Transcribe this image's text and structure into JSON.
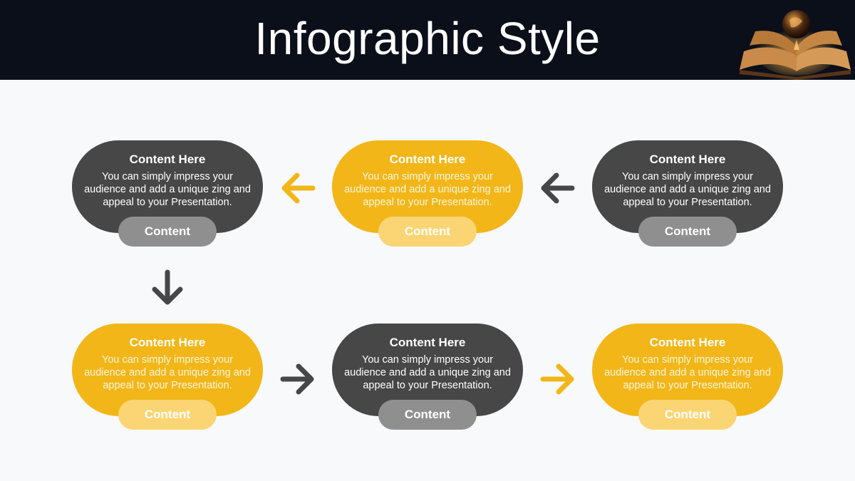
{
  "title": "Infographic Style",
  "colors": {
    "header_bg": "#0b0f1a",
    "dark_card": "#474747",
    "yellow_card": "#f2b619",
    "grey_pill": "#8f8f8f",
    "light_yellow_pill": "#fbd574"
  },
  "cards": [
    {
      "title": "Content  Here",
      "body": "You can simply impress your audience and add a unique zing and appeal to your Presentation.",
      "label": "Content",
      "theme": "dark"
    },
    {
      "title": "Content  Here",
      "body": "You can simply impress your audience and add a unique zing and appeal to your Presentation.",
      "label": "Content",
      "theme": "yellow"
    },
    {
      "title": "Content  Here",
      "body": "You can simply impress your audience and add a unique zing and appeal to your Presentation.",
      "label": "Content",
      "theme": "dark"
    },
    {
      "title": "Content  Here",
      "body": "You can simply impress your audience and add a unique zing and appeal to your Presentation.",
      "label": "Content",
      "theme": "yellow"
    },
    {
      "title": "Content  Here",
      "body": "You can simply impress your audience and add a unique zing and appeal to your Presentation.",
      "label": "Content",
      "theme": "dark"
    },
    {
      "title": "Content  Here",
      "body": "You can simply impress your audience and add a unique zing and appeal to your Presentation.",
      "label": "Content",
      "theme": "yellow"
    }
  ],
  "arrows": [
    {
      "direction": "left",
      "color": "#f2b619"
    },
    {
      "direction": "left",
      "color": "#474747"
    },
    {
      "direction": "down",
      "color": "#474747"
    },
    {
      "direction": "right",
      "color": "#474747"
    },
    {
      "direction": "right",
      "color": "#f2b619"
    }
  ],
  "icons": [
    "open-book-globe-icon",
    "arrow-left-icon",
    "arrow-down-icon",
    "arrow-right-icon"
  ]
}
